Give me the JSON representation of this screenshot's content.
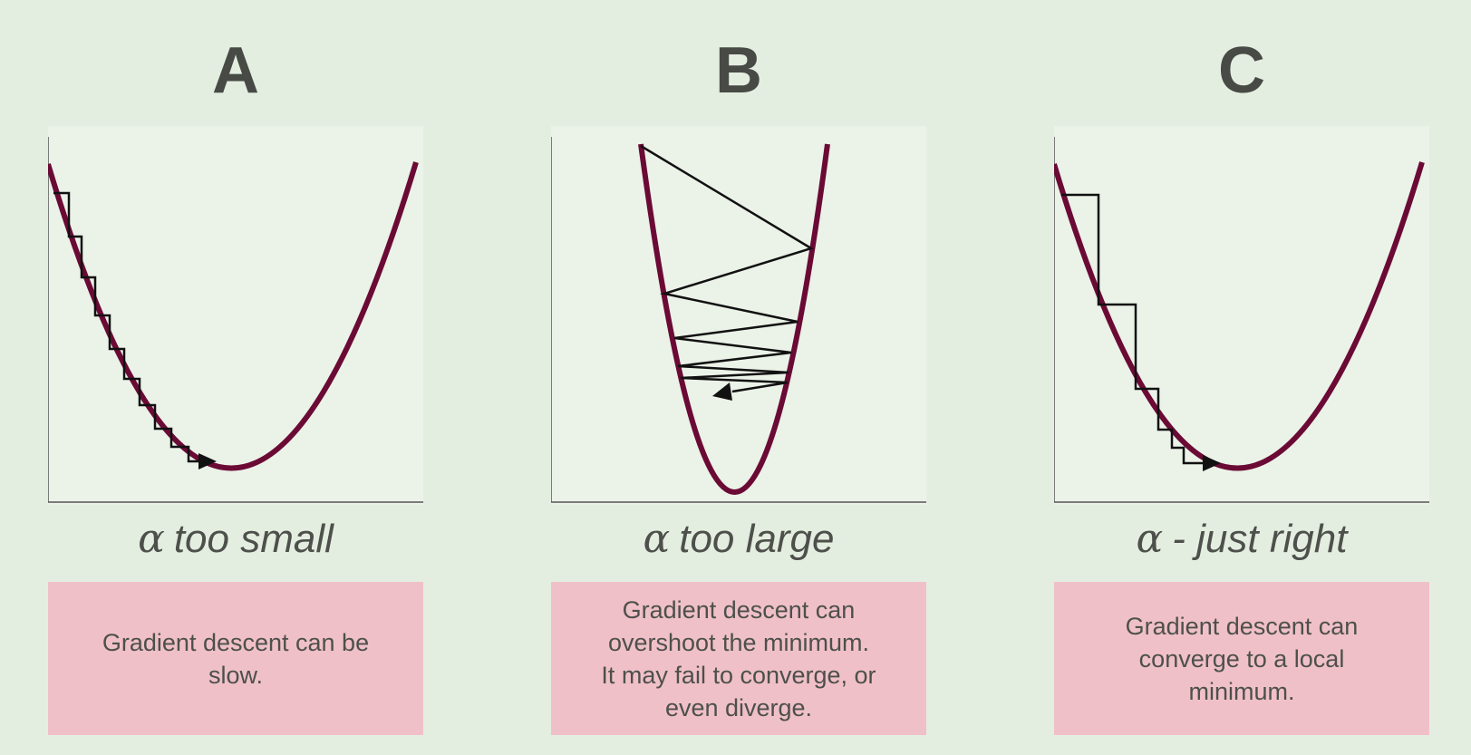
{
  "panels": [
    {
      "id": "A",
      "letter": "A",
      "alpha_symbol": "α",
      "alpha_label": "too small",
      "note": "Gradient descent can be\nslow."
    },
    {
      "id": "B",
      "letter": "B",
      "alpha_symbol": "α",
      "alpha_label": "too large",
      "note": "Gradient descent can\novershoot the minimum.\nIt may fail to converge, or\neven diverge."
    },
    {
      "id": "C",
      "letter": "C",
      "alpha_symbol": "α",
      "alpha_label": "- just right",
      "note": "Gradient descent can\nconverge to a local\nminimum."
    }
  ],
  "colors": {
    "background": "#e4eee0",
    "plot_background": "#ebf2e8",
    "curve": "#6b0a35",
    "steps": "#111111",
    "note_background": "#f0c0c8",
    "text": "#474a45"
  }
}
